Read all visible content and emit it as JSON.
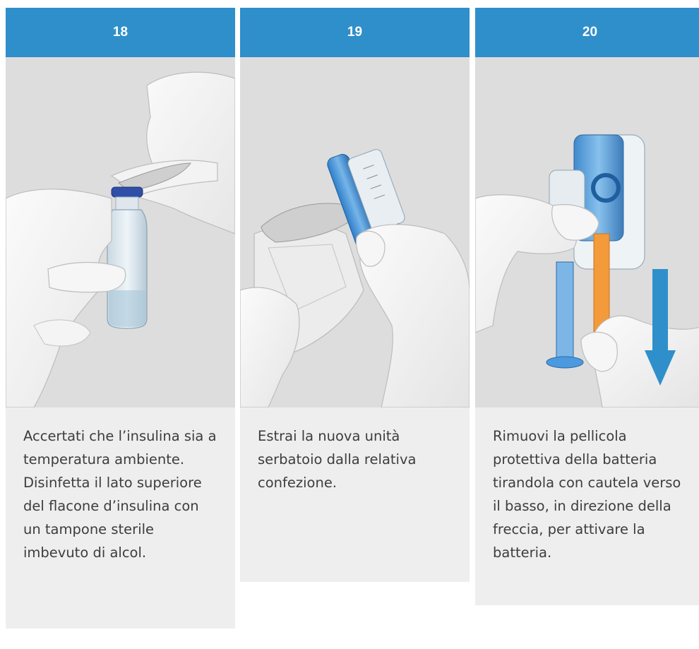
{
  "steps": [
    {
      "number": "18",
      "illustration": "hands-disinfecting-insulin-vial-illustration",
      "text": "Accertati che l’insulina sia a temperatura ambiente. Disinfetta il lato superiore del flacone d’insulina con un tampone sterile imbevuto di alcol."
    },
    {
      "number": "19",
      "illustration": "hands-removing-reservoir-from-package-illustration",
      "text": "Estrai la nuova unità serbatoio dalla relativa confezione."
    },
    {
      "number": "20",
      "illustration": "hands-pulling-battery-film-illustration",
      "text": "Rimuovi la pellicola protettiva della batteria tirandola con cautela verso il basso, in direzione della freccia, per attivare la batteria."
    }
  ],
  "colors": {
    "header_blue": "#2f8fca",
    "image_bg": "#dddddd",
    "text_bg": "#eeeeee",
    "text_color": "#3d3d3d",
    "device_blue": "#3b8fd6",
    "film_orange": "#f39a3a"
  }
}
